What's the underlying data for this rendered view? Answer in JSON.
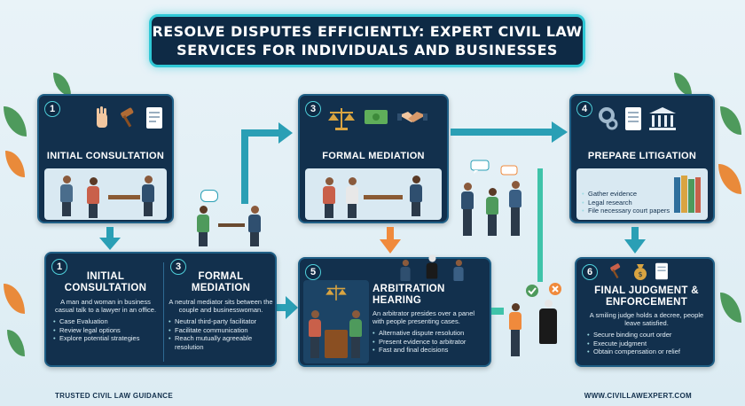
{
  "title": {
    "line1": "RESOLVE DISPUTES EFFICIENTLY: EXPERT CIVIL LAW",
    "line2": "SERVICES FOR INDIVIDUALS AND BUSINESSES"
  },
  "top_cards": [
    {
      "number": "1",
      "title": "INITIAL CONSULTATION"
    },
    {
      "number": "3",
      "title": "FORMAL MEDIATION"
    },
    {
      "number": "4",
      "title": "PREPARE LITIGATION",
      "bullets": [
        "Gather evidence",
        "Legal research",
        "File necessary court papers"
      ]
    }
  ],
  "bottom_cards": [
    {
      "number": "1",
      "title": "INITIAL CONSULTATION",
      "description": "A man and woman in business casual talk to a lawyer in an office.",
      "bullets": [
        "Case Evaluation",
        "Review legal options",
        "Explore potential strategies"
      ]
    },
    {
      "number": "3",
      "title": "FORMAL MEDIATION",
      "description": "A neutral mediator sits between the couple and businesswoman.",
      "bullets": [
        "Neutral third-party facilitator",
        "Facilitate communication",
        "Reach mutually agreeable resolution"
      ]
    },
    {
      "number": "5",
      "title": "ARBITRATION HEARING",
      "description": "An arbitrator presides over a panel with people presenting cases.",
      "bullets": [
        "Alternative dispute resolution",
        "Present evidence to arbitrator",
        "Fast and final decisions"
      ]
    },
    {
      "number": "6",
      "title": "FINAL JUDGMENT & ENFORCEMENT",
      "description": "A smiling judge holds a decree, people leave satisfied.",
      "bullets": [
        "Secure binding court order",
        "Execute judgment",
        "Obtain compensation or relief"
      ]
    }
  ],
  "footer": {
    "left": "TRUSTED CIVIL LAW GUIDANCE",
    "right": "WWW.CIVILLAWEXPERT.COM"
  },
  "icons": [
    "raised-hand-icon",
    "gavel-icon",
    "document-icon",
    "scales-icon",
    "money-icon",
    "handshake-icon",
    "gears-icon",
    "court-building-icon",
    "books-icon",
    "chat-bubble-icon",
    "checkmark-icon",
    "money-bag-icon"
  ],
  "colors": {
    "navy": "#12304d",
    "teal": "#2fc8d6",
    "arrow": "#2a9fb5",
    "orange": "#f08a3c"
  }
}
